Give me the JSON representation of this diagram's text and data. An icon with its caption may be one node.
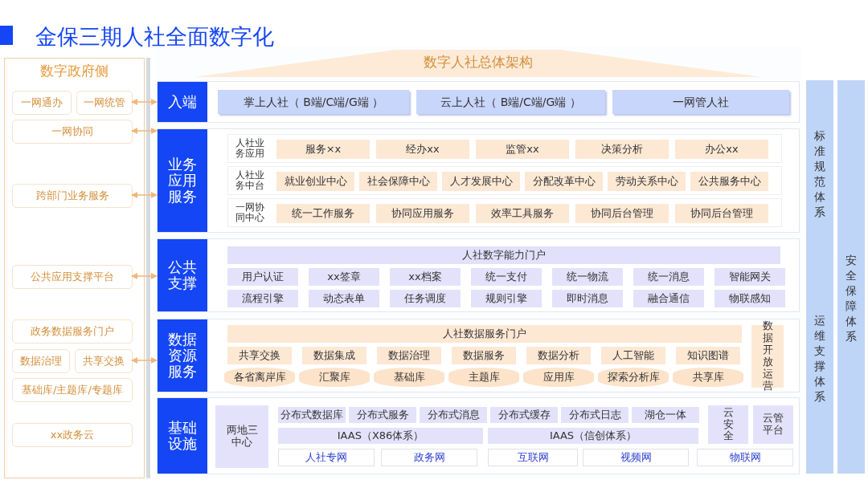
{
  "diagram": {
    "title": "金保三期人社全面数字化",
    "nodes": [
      {
        "text": [
          "数字政府侧"
        ]
      },
      {
        "text": [
          "一网通办"
        ],
        "in": 0
      },
      {
        "text": [
          "一网统管"
        ],
        "in": 0
      },
      {
        "text": [
          "一网协同"
        ],
        "in": 0
      },
      {
        "text": [
          "跨部门业务服务"
        ],
        "in": 0
      },
      {
        "text": [
          "公共应用支撑平台"
        ],
        "in": 0
      },
      {
        "text": [
          "政务数据服务门户"
        ],
        "in": 0
      },
      {
        "text": [
          "数据治理"
        ],
        "in": 0
      },
      {
        "text": [
          "共享交换"
        ],
        "in": 0
      },
      {
        "text": [
          "基础库/主题库/专题库"
        ],
        "in": 0
      },
      {
        "text": [
          "xx政务云"
        ],
        "in": 0
      },
      {
        "text": [
          "数字人社总体架构"
        ]
      },
      {
        "text": [
          "入端"
        ],
        "in": 11
      },
      {
        "text": [
          "掌上人社（ B端/C端/G端 ）"
        ],
        "in": 12
      },
      {
        "text": [
          "云上人社（ B端/C端/G端 ）"
        ],
        "in": 12
      },
      {
        "text": [
          "一网管人社"
        ],
        "in": 12
      },
      {
        "text": [
          "业务应用服务"
        ],
        "in": 11
      },
      {
        "text": [
          "人社业务应用"
        ],
        "in": 16
      },
      {
        "text": [
          "服务×x"
        ],
        "in": 17
      },
      {
        "text": [
          "经办xx"
        ],
        "in": 17
      },
      {
        "text": [
          "监管xx"
        ],
        "in": 17
      },
      {
        "text": [
          "决策分析"
        ],
        "in": 17
      },
      {
        "text": [
          "办公xx"
        ],
        "in": 17
      },
      {
        "text": [
          "人社业务中台"
        ],
        "in": 16
      },
      {
        "text": [
          "就业创业中心"
        ],
        "in": 23
      },
      {
        "text": [
          "社会保障中心"
        ],
        "in": 23
      },
      {
        "text": [
          "人才发展中心"
        ],
        "in": 23
      },
      {
        "text": [
          "分配改革中心"
        ],
        "in": 23
      },
      {
        "text": [
          "劳动关系中心"
        ],
        "in": 23
      },
      {
        "text": [
          "公共服务中心"
        ],
        "in": 23
      },
      {
        "text": [
          "一网协同中心"
        ],
        "in": 16
      },
      {
        "text": [
          "统一工作服务"
        ],
        "in": 30
      },
      {
        "text": [
          "协同应用服务"
        ],
        "in": 30
      },
      {
        "text": [
          "效率工具服务"
        ],
        "in": 30
      },
      {
        "text": [
          "协同后台管理"
        ],
        "in": 30
      },
      {
        "text": [
          "协同后台管理"
        ],
        "in": 30
      },
      {
        "text": [
          "公共支撑"
        ],
        "in": 11
      },
      {
        "text": [
          "人社数字能力门户"
        ],
        "in": 36
      },
      {
        "text": [
          "用户认证"
        ],
        "in": 36
      },
      {
        "text": [
          "xx签章"
        ],
        "in": 36
      },
      {
        "text": [
          "xx档案"
        ],
        "in": 36
      },
      {
        "text": [
          "统一支付"
        ],
        "in": 36
      },
      {
        "text": [
          "统一物流"
        ],
        "in": 36
      },
      {
        "text": [
          "统一消息"
        ],
        "in": 36
      },
      {
        "text": [
          "智能网关"
        ],
        "in": 36
      },
      {
        "text": [
          "流程引擎"
        ],
        "in": 36
      },
      {
        "text": [
          "动态表单"
        ],
        "in": 36
      },
      {
        "text": [
          "任务调度"
        ],
        "in": 36
      },
      {
        "text": [
          "规则引擎"
        ],
        "in": 36
      },
      {
        "text": [
          "即时消息"
        ],
        "in": 36
      },
      {
        "text": [
          "融合通信"
        ],
        "in": 36
      },
      {
        "text": [
          "物联感知"
        ],
        "in": 36
      },
      {
        "text": [
          "数据资源服务"
        ],
        "in": 11
      },
      {
        "text": [
          "人社数据服务门户"
        ],
        "in": 52
      },
      {
        "text": [
          "共享交换"
        ],
        "in": 52
      },
      {
        "text": [
          "数据集成"
        ],
        "in": 52
      },
      {
        "text": [
          "数据治理"
        ],
        "in": 52
      },
      {
        "text": [
          "数据服务"
        ],
        "in": 52
      },
      {
        "text": [
          "数据分析"
        ],
        "in": 52
      },
      {
        "text": [
          "人工智能"
        ],
        "in": 52
      },
      {
        "text": [
          "知识图谱"
        ],
        "in": 52
      },
      {
        "text": [
          "各省离岸库"
        ],
        "in": 52
      },
      {
        "text": [
          "汇聚库"
        ],
        "in": 52
      },
      {
        "text": [
          "基础库"
        ],
        "in": 52
      },
      {
        "text": [
          "主题库"
        ],
        "in": 52
      },
      {
        "text": [
          "应用库"
        ],
        "in": 52
      },
      {
        "text": [
          "探索分析库"
        ],
        "in": 52
      },
      {
        "text": [
          "共享库"
        ],
        "in": 52
      },
      {
        "text": [
          "数据开放运营"
        ],
        "in": 52
      },
      {
        "text": [
          "基础设施"
        ],
        "in": 11
      },
      {
        "text": [
          "两地三中心"
        ],
        "in": 69
      },
      {
        "text": [
          "分布式数据库"
        ],
        "in": 69
      },
      {
        "text": [
          "分布式服务"
        ],
        "in": 69
      },
      {
        "text": [
          "分布式消息"
        ],
        "in": 69
      },
      {
        "text": [
          "分布式缓存"
        ],
        "in": 69
      },
      {
        "text": [
          "分布式日志"
        ],
        "in": 69
      },
      {
        "text": [
          "湖仓一体"
        ],
        "in": 69
      },
      {
        "text": [
          "IAAS（X86体系）"
        ],
        "in": 69
      },
      {
        "text": [
          "IAAS（信创体系）"
        ],
        "in": 69
      },
      {
        "text": [
          "云安全"
        ],
        "in": 69
      },
      {
        "text": [
          "云管平台"
        ],
        "in": 69
      },
      {
        "text": [
          "人社专网"
        ],
        "in": 69
      },
      {
        "text": [
          "政务网"
        ],
        "in": 69
      },
      {
        "text": [
          "互联网"
        ],
        "in": 69
      },
      {
        "text": [
          "视频网"
        ],
        "in": 69
      },
      {
        "text": [
          "物联网"
        ],
        "in": 69
      },
      {
        "text": [
          "标准规范体系",
          "运维支撑体系"
        ]
      },
      {
        "text": [
          "安全保障体系"
        ]
      }
    ],
    "edges": [
      {
        "from": 2,
        "to": 12,
        "arrow": "both"
      },
      {
        "from": 3,
        "to": 16,
        "arrow": "both"
      },
      {
        "from": 4,
        "to": 16,
        "arrow": "both"
      },
      {
        "from": 5,
        "to": 36,
        "arrow": "both"
      },
      {
        "from": 8,
        "to": 52,
        "arrow": "both"
      }
    ]
  }
}
